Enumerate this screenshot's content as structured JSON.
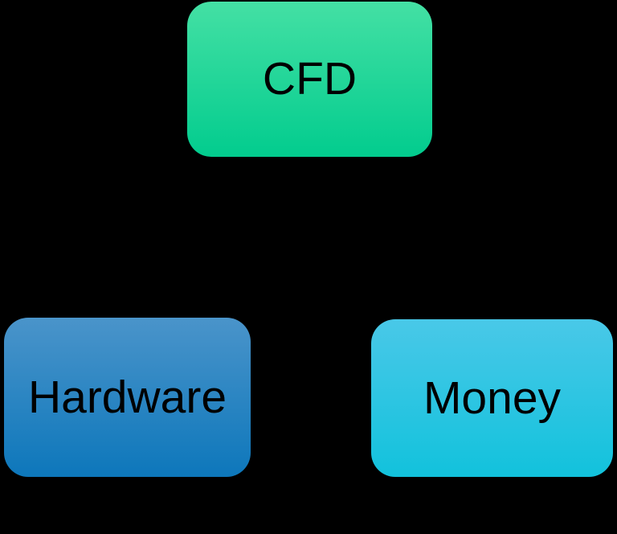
{
  "diagram": {
    "background_color": "#000000",
    "label_text_color": "#000000",
    "nodes": [
      {
        "id": "cfd",
        "label": "CFD",
        "gradient_top": "#44e0a4",
        "gradient_bottom": "#02cc8e"
      },
      {
        "id": "hardware",
        "label": "Hardware",
        "gradient_top": "#4a94ca",
        "gradient_bottom": "#0d77bb"
      },
      {
        "id": "money",
        "label": "Money",
        "gradient_top": "#49c8e8",
        "gradient_bottom": "#12c2dc"
      }
    ]
  }
}
